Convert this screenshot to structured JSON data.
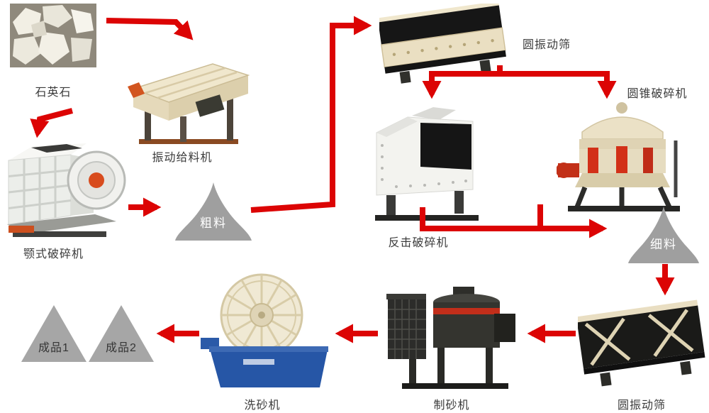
{
  "colors": {
    "arrow_red": "#dc0404",
    "pile_gray": "#9f9f9f",
    "machine_cream": "#ece2c8",
    "machine_white": "#f3f3ef",
    "washer_blue": "#2656a6",
    "accent_red": "#d23018",
    "label_text": "#3b3b3b"
  },
  "nodes": {
    "quartz": {
      "label": "石英石"
    },
    "feeder": {
      "label": "振动给料机"
    },
    "jaw_crusher": {
      "label": "颚式破碎机"
    },
    "coarse_pile": {
      "label": "粗料"
    },
    "screen_top": {
      "label": "圆振动筛"
    },
    "cone_crusher": {
      "label": "圆锥破碎机"
    },
    "impact_crusher": {
      "label": "反击破碎机"
    },
    "fine_pile": {
      "label": "细料"
    },
    "screen_bottom": {
      "label": "圆振动筛"
    },
    "sand_maker": {
      "label": "制砂机"
    },
    "sand_washer": {
      "label": "洗砂机"
    },
    "product_1": {
      "label": "成品1"
    },
    "product_2": {
      "label": "成品2"
    }
  }
}
